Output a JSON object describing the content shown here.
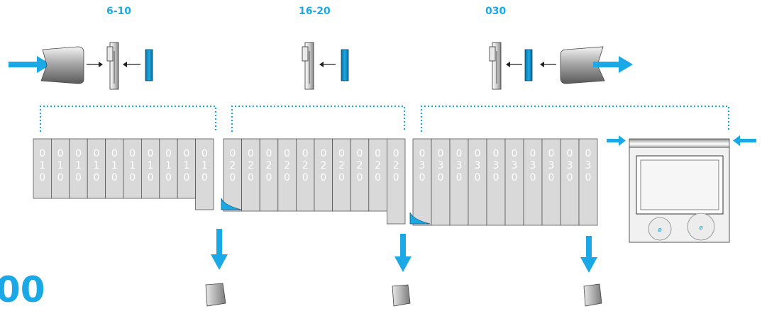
{
  "headers": {
    "group_1": "6-10",
    "group_2": "16-20",
    "group_3": "030"
  },
  "corner_mark": "00",
  "groups": [
    {
      "digits": [
        "0",
        "1",
        "0"
      ],
      "count": 10
    },
    {
      "digits": [
        "0",
        "2",
        "0"
      ],
      "count": 10
    },
    {
      "digits": [
        "0",
        "3",
        "0"
      ],
      "count": 10
    }
  ],
  "device": {
    "knob_left_symbol": "ø",
    "knob_right_symbol": "ø"
  },
  "colors": {
    "accent": "#1aa9e6",
    "module_fill": "#d9d9d9",
    "module_stroke": "#555555",
    "digit": "#ffffff"
  },
  "icons": [
    "flow-in-arrow",
    "flow-out-arrow",
    "drop-arrow",
    "clip-icon",
    "end-cap-icon",
    "small-arrow",
    "bracket-dotted",
    "control-panel"
  ]
}
